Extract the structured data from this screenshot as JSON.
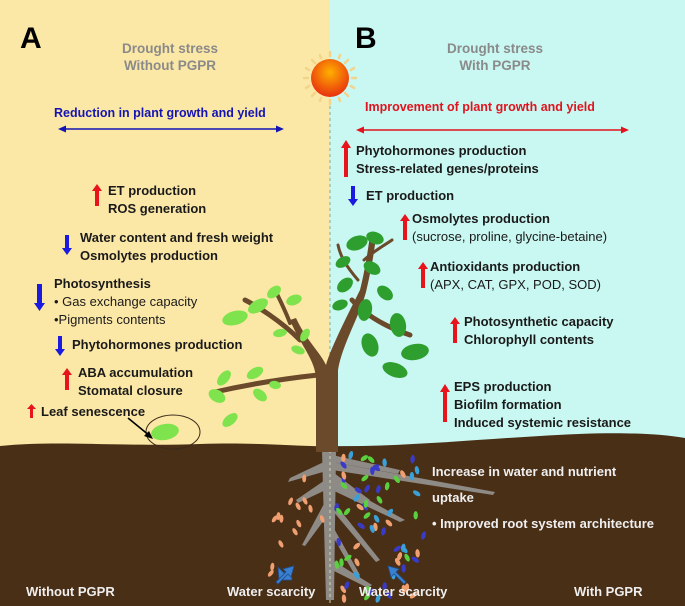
{
  "colors": {
    "left_background": "#fce8a6",
    "right_background": "#c9f7f1",
    "soil": "#4a2f17",
    "trunk": "#6b4a2b",
    "root": "#8e8a86",
    "up_arrow": "#e8141c",
    "down_arrow": "#1a1ae0",
    "leaf_light": "#7ee34c",
    "leaf_dark": "#2e9e2e",
    "sun": "#f0560f"
  },
  "panel_a": {
    "letter": "A",
    "subtitle_line1": "Drought stress",
    "subtitle_line2": "Without PGPR",
    "headline": "Reduction in plant growth and yield",
    "effects": [
      {
        "direction": "up",
        "lines": [
          "ET production",
          "ROS generation"
        ]
      },
      {
        "direction": "down",
        "lines": [
          "Water content and fresh weight",
          "Osmolytes production"
        ]
      },
      {
        "direction": "down",
        "lines": [
          "Photosynthesis",
          "• Gas exchange capacity",
          "•Pigments contents"
        ]
      },
      {
        "direction": "down",
        "lines": [
          "Phytohormones production"
        ]
      },
      {
        "direction": "up",
        "lines": [
          "ABA accumulation",
          "Stomatal closure"
        ]
      },
      {
        "direction": "up",
        "lines": [
          "Leaf senescence"
        ]
      }
    ],
    "soil_label": "Without PGPR",
    "water_label": "Water scarcity"
  },
  "panel_b": {
    "letter": "B",
    "subtitle_line1": "Drought stress",
    "subtitle_line2": "With PGPR",
    "headline": "Improvement of plant growth and yield",
    "effects": [
      {
        "direction": "up",
        "lines": [
          "Phytohormones production",
          "Stress-related genes/proteins"
        ]
      },
      {
        "direction": "down",
        "lines": [
          "ET production"
        ]
      },
      {
        "direction": "up",
        "lines": [
          "Osmolytes production",
          "(sucrose, proline, glycine-betaine)"
        ]
      },
      {
        "direction": "up",
        "lines": [
          "Antioxidants production",
          "(APX, CAT, GPX, POD, SOD)"
        ]
      },
      {
        "direction": "up",
        "lines": [
          "Photosynthetic capacity",
          "Chlorophyll contents"
        ]
      },
      {
        "direction": "up",
        "lines": [
          "EPS production",
          "Biofilm formation",
          "Induced systemic resistance"
        ]
      }
    ],
    "root_text_line1": "Increase  in water and nutrient",
    "root_text_line2": "uptake",
    "root_text_line3": "• Improved root system architecture",
    "water_label": "Water scarcity",
    "soil_label": "With PGPR"
  }
}
